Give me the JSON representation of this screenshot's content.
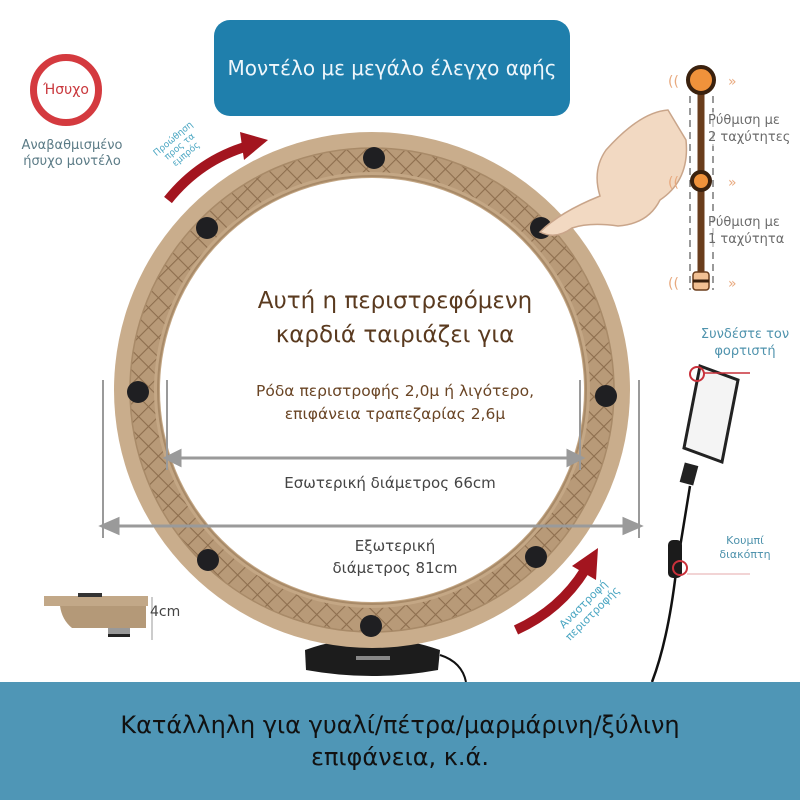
{
  "title_box": {
    "label": "Μοντέλο με μεγάλο έλεγχο αφής"
  },
  "quiet_badge": {
    "label": "Ήσυχο",
    "caption_line1": "Αναβαθμισμένο",
    "caption_line2": "ήσυχο μοντέλο"
  },
  "arrows": {
    "forward_label_line1": "Προώθηση",
    "forward_label_line2": "προς τα",
    "forward_label_line3": "εμπρός",
    "reverse_label_line1": "Αναστροφή",
    "reverse_label_line2": "περιστροφής"
  },
  "center": {
    "heading_line1": "Αυτή η περιστρεφόμενη",
    "heading_line2": "καρδιά ταιριάζει για",
    "sub_line1": "Ρόδα περιστροφής 2,0μ ή λιγότερο,",
    "sub_line2": "επιφάνεια τραπεζαρίας 2,6μ"
  },
  "dimensions": {
    "inner": "Εσωτερική διάμετρος 66cm",
    "outer_line1": "Εξωτερική",
    "outer_line2": "διάμετρος 81cm",
    "thickness": "4cm"
  },
  "speed_control": {
    "two_speed_line1": "Ρύθμιση με",
    "two_speed_line2": "2 ταχύτητες",
    "one_speed_line1": "Ρύθμιση με",
    "one_speed_line2": "1 ταχύτητα"
  },
  "power": {
    "charger_line1": "Συνδέστε τον",
    "charger_line2": "φορτιστή",
    "switch_line1": "Κουμπί",
    "switch_line2": "διακόπτη"
  },
  "bottom_banner": {
    "line1": "Κατάλληλη για γυαλί/πέτρα/μαρμάρινη/ξύλινη",
    "line2": "επιφάνεια, κ.ά."
  },
  "colors": {
    "title_bg": "#1f7fac",
    "banner_bg": "#4f96b6",
    "ring": "#c9ad8c",
    "arrow_red": "#a3151f",
    "badge_red": "#d43a3f"
  }
}
